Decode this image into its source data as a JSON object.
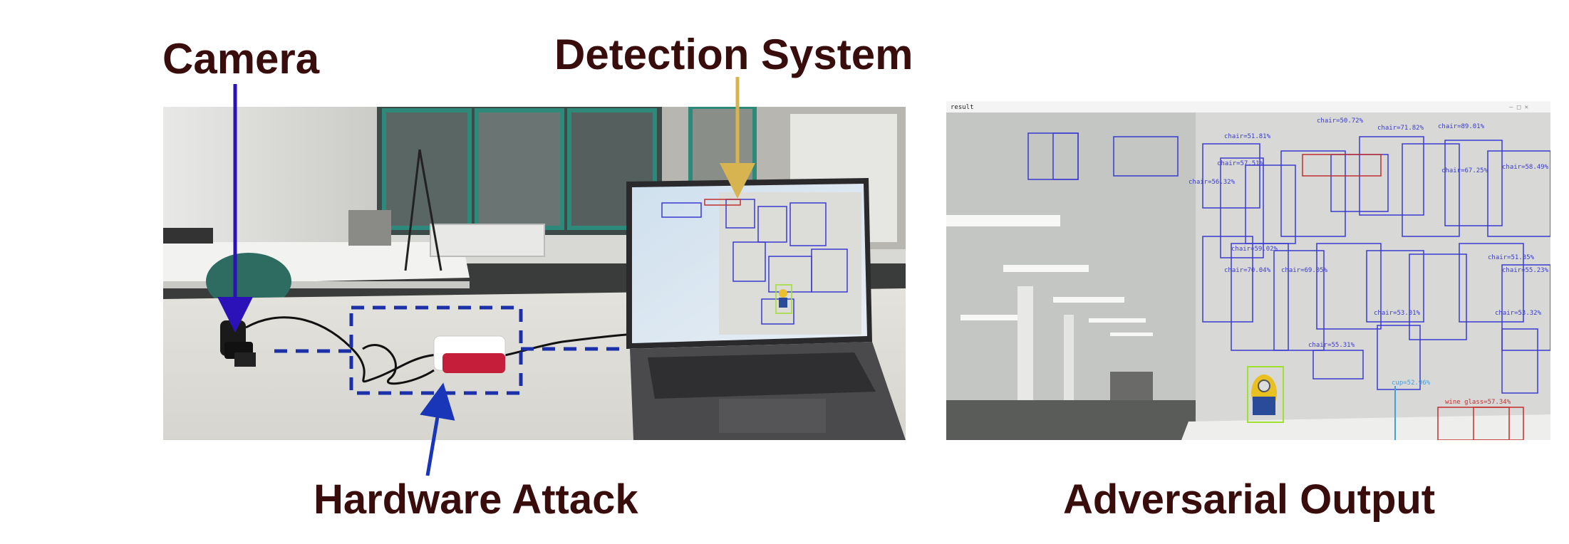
{
  "labels": {
    "camera": "Camera",
    "detection_system": "Detection System",
    "hardware_attack": "Hardware Attack",
    "adversarial_output": "Adversarial Output"
  },
  "output_window": {
    "title": "result",
    "detections": [
      "chair=50.72%",
      "chair=71.82%",
      "chair=89.01%",
      "chair=51.81%",
      "chair=57.51%",
      "chair=56.32%",
      "chair=67.25%",
      "chair=58.49%",
      "chair=59.02%",
      "chair=70.04%",
      "chair=69.05%",
      "chair=55.23%",
      "chair=51.35%",
      "chair=53.01%",
      "chair=55.31%",
      "chair=53.32%",
      "cup=52.96%",
      "wine glass=57.34%"
    ]
  },
  "colors": {
    "label_text": "#3a0d0d",
    "camera_arrow": "#2a12b8",
    "detection_arrow": "#d8b450",
    "hardware_box": "#1a2fa8",
    "hardware_arrow": "#1a36b8",
    "chair_box": "#3a3ad0",
    "red_box": "#c03030",
    "person_box": "#a0e030",
    "cup_box": "#40a0e0"
  },
  "icons": [
    "camera-icon",
    "laptop-icon",
    "hardware-box-icon"
  ]
}
